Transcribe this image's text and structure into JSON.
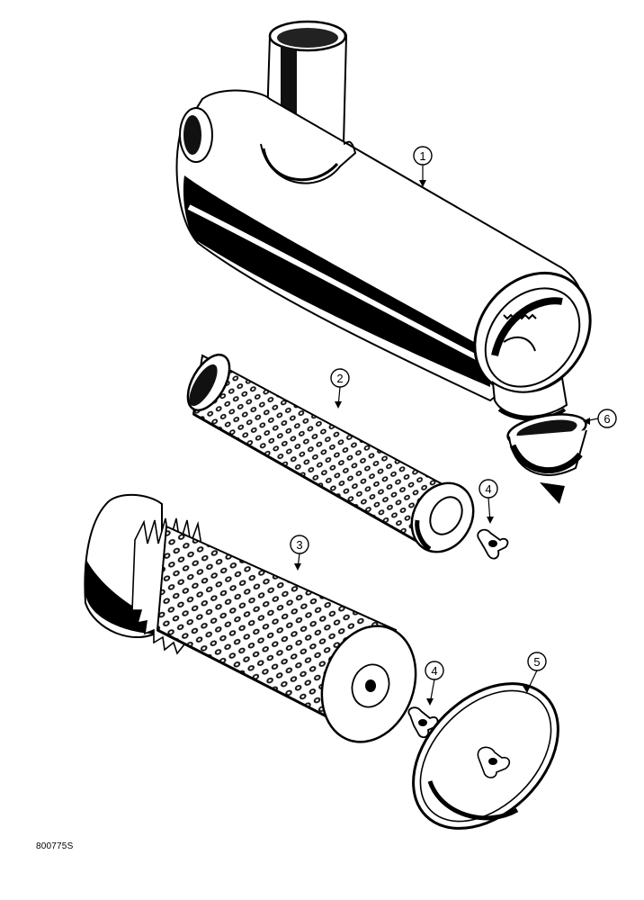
{
  "callouts": [
    {
      "id": "1",
      "label": "1"
    },
    {
      "id": "2",
      "label": "2"
    },
    {
      "id": "3",
      "label": "3"
    },
    {
      "id": "4a",
      "label": "4"
    },
    {
      "id": "4b",
      "label": "4"
    },
    {
      "id": "5",
      "label": "5"
    },
    {
      "id": "6",
      "label": "6"
    }
  ],
  "reference_code": "800775S"
}
